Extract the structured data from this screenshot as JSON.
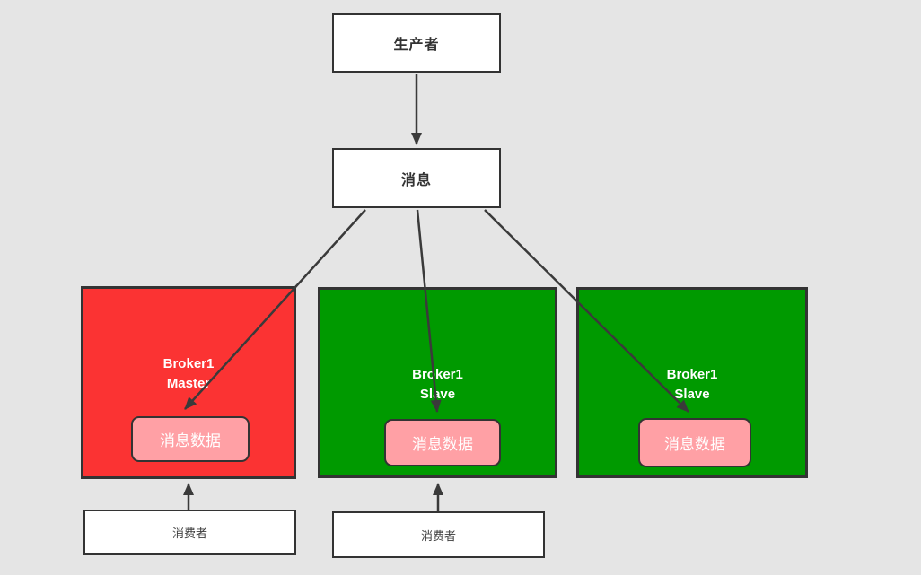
{
  "canvas": {
    "background": "#e5e5e5",
    "border_color": "#333333",
    "arrow_color": "#3a3a3a"
  },
  "producer": {
    "label": "生产者"
  },
  "message": {
    "label": "消息"
  },
  "brokers": [
    {
      "name_line1": "Broker1",
      "name_line2": "Master",
      "data_label": "消息数据",
      "fill": "#fb3333"
    },
    {
      "name_line1": "Broker1",
      "name_line2": "Slave",
      "data_label": "消息数据",
      "fill": "#009a00"
    },
    {
      "name_line1": "Broker1",
      "name_line2": "Slave",
      "data_label": "消息数据",
      "fill": "#009a00"
    }
  ],
  "data_box_fill": "#ffa0a5",
  "consumers": [
    {
      "label": "消费者"
    },
    {
      "label": "消费者"
    }
  ]
}
